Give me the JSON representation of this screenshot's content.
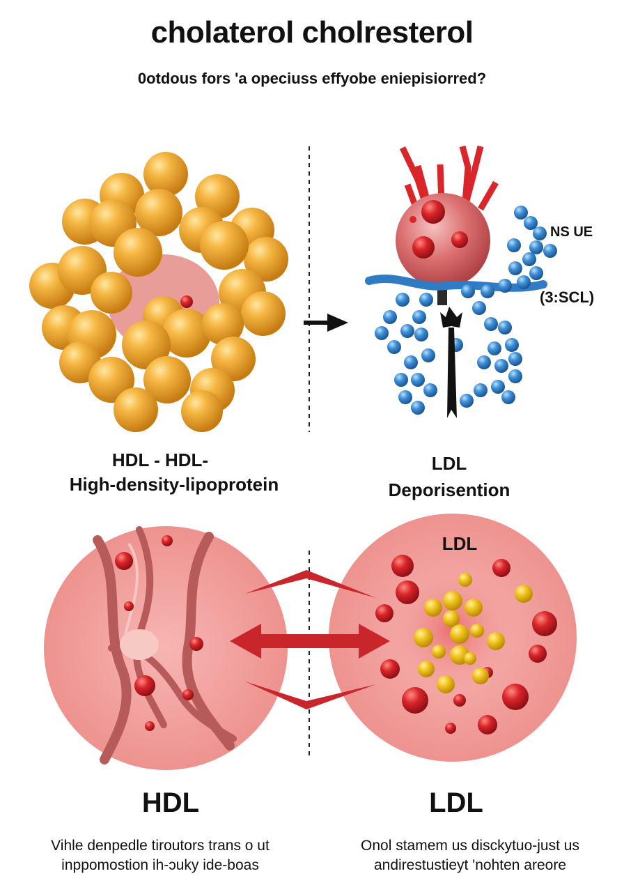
{
  "header": {
    "title": "cholaterol cholresterol",
    "subtitle": "0otdous fors 'a opeciuss effyobe eniepisiorred?"
  },
  "top_left": {
    "label_line1": "HDL - HDL-",
    "label_line2": "High-density-lipoprotein"
  },
  "top_right": {
    "annotation_1": "NS UE",
    "annotation_2": "(3:SCL)",
    "label_line1": "LDL",
    "label_line2": "Deporisention"
  },
  "bottom_right_circle": {
    "label": "LDL"
  },
  "bottom": {
    "left_title": "HDL",
    "left_desc_line1": "Vihle denpedle tiroutors trans o ut",
    "left_desc_line2": "inppomostion ih-ɔuky ide-boas",
    "right_title": "LDL",
    "right_desc_line1": "Onol stamem us disckytuo-just us",
    "right_desc_line2": "andirestustieyt 'nohten areore"
  },
  "colors": {
    "hdl_sphere": "#f2a93b",
    "ldl_core": "#d9545b",
    "protein_chain": "#3a86c8",
    "vessel_bg": "#f0a0a0",
    "arrow_red": "#c8262b"
  }
}
